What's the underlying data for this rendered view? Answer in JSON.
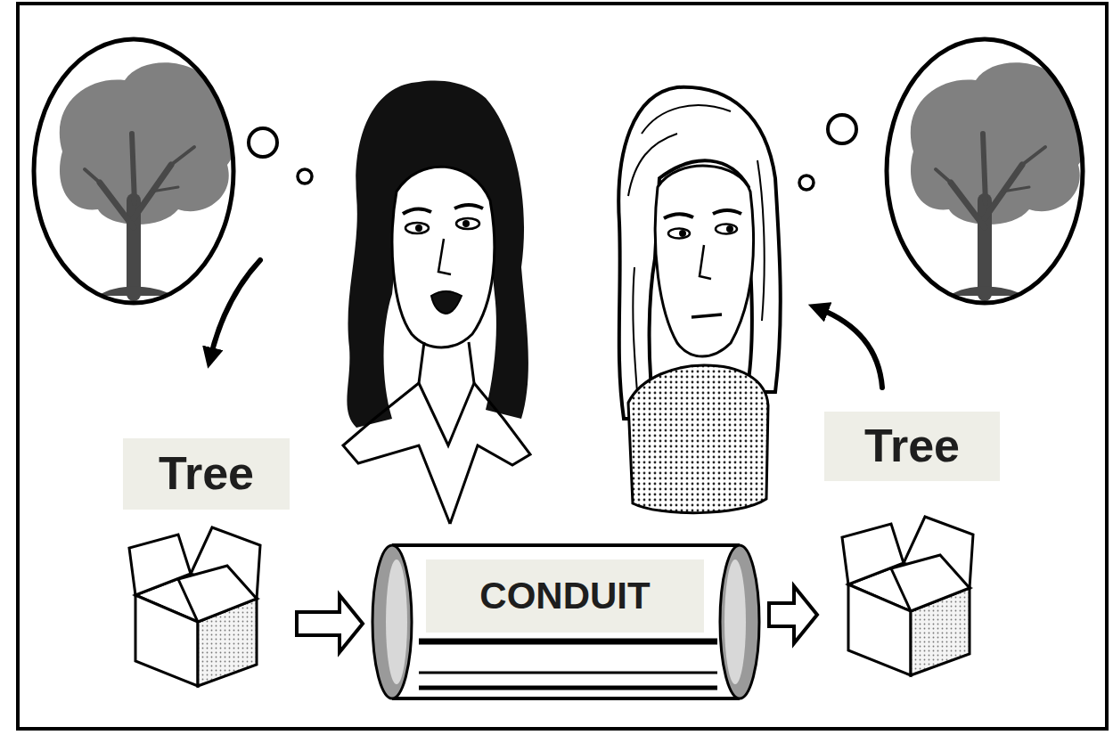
{
  "diagram": {
    "nodes": [
      {
        "text": [
          "Tree"
        ]
      },
      {
        "text": [
          "CONDUIT"
        ]
      },
      {
        "text": [
          "Tree"
        ]
      }
    ],
    "edges": [
      {
        "from": 0,
        "to": 1,
        "arrow": "to"
      },
      {
        "from": 1,
        "to": 2,
        "arrow": "to"
      }
    ]
  }
}
